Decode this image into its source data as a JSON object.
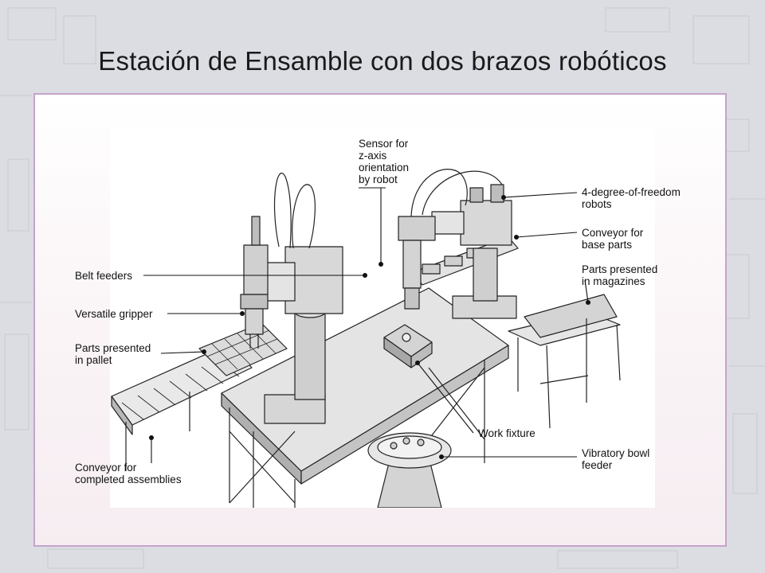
{
  "title": "Estación de Ensamble con dos brazos robóticos",
  "callouts": {
    "sensor": "Sensor for\nz-axis\norientation\nby robot",
    "robots": "4-degree-of-freedom\nrobots",
    "conveyor_base": "Conveyor for\nbase parts",
    "magazines": "Parts presented\nin magazines",
    "belt_feeders": "Belt feeders",
    "gripper": "Versatile gripper",
    "pallet": "Parts presented\nin pallet",
    "work_fixture": "Work fixture",
    "conveyor_completed": "Conveyor for\ncompleted assemblies",
    "bowl_feeder": "Vibratory bowl\nfeeder"
  }
}
